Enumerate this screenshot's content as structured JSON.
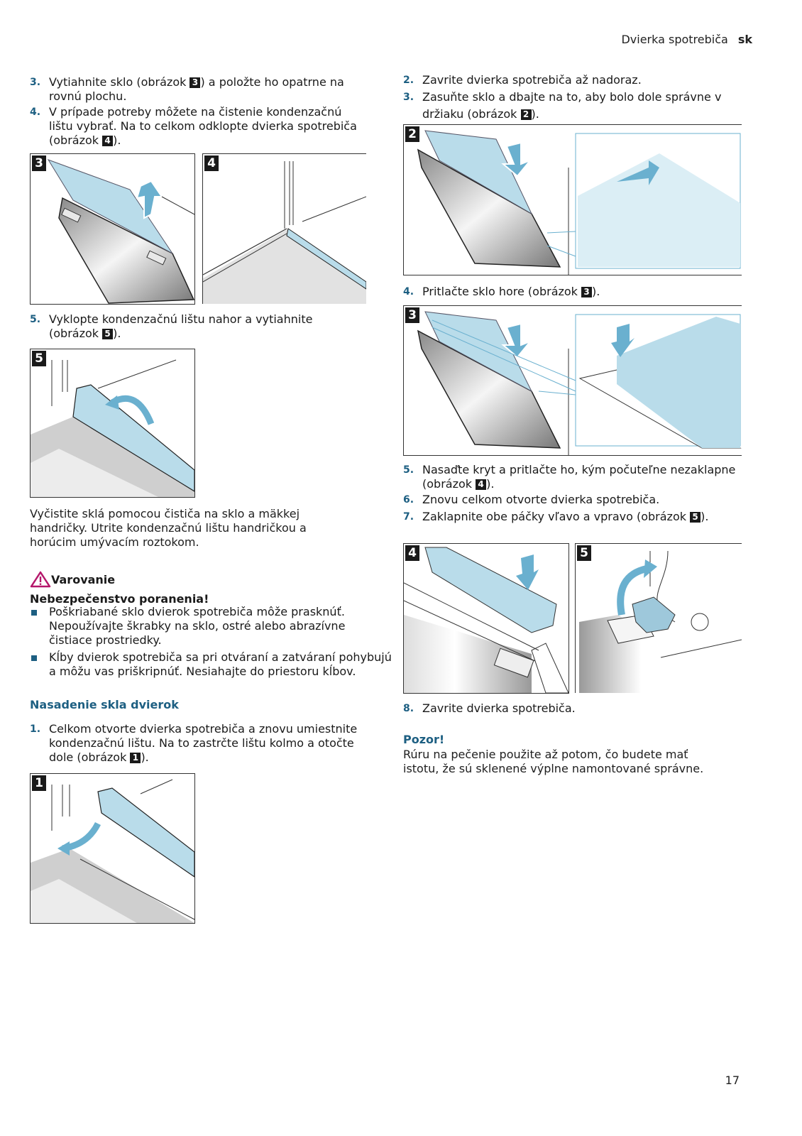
{
  "header": {
    "section": "Dvierka spotrebiča",
    "lang": "sk"
  },
  "left_column": {
    "steps_top": [
      {
        "num": "3.",
        "before": "Vytiahnite sklo (obrázok ",
        "ref": "3",
        "after": ") a položte ho opatrne na rovnú plochu."
      },
      {
        "num": "4.",
        "before": "V prípade potreby môžete na čistenie kondenzačnú lištu vybrať. Na to celkom odklopte dvierka spotrebiča (obrázok ",
        "ref": "4",
        "after": ")."
      }
    ],
    "figures_top": [
      {
        "label": "3"
      },
      {
        "label": "4"
      }
    ],
    "step5": {
      "num": "5.",
      "before": "Vyklopte kondenzačnú lištu nahor a vytiahnite (obrázok ",
      "ref": "5",
      "after": ")."
    },
    "figure5": {
      "label": "5"
    },
    "cleaning_text": "Vyčistite sklá pomocou čističa na sklo a mäkkej handričky. Utrite kondenzačnú lištu handričkou a horúcim umývacím roztokom.",
    "warning": {
      "icon": "warning-triangle-icon",
      "icon_color": "#b5176b",
      "title": "Varovanie",
      "subtitle": "Nebezpečenstvo poranenia!",
      "bullets": [
        "Poškriabané sklo dvierok spotrebiča môže prasknúť. Nepoužívajte škrabky na sklo, ostré alebo abrazívne čistiace prostriedky.",
        "Kĺby dvierok spotrebiča sa pri otváraní a zatváraní pohybujú a môžu vas priškripnúť. Nesiahajte do priestoru kĺbov."
      ]
    },
    "section_heading": "Nasadenie skla dvierok",
    "step1": {
      "num": "1.",
      "before": "Celkom otvorte dvierka spotrebiča a znovu umiestnite kondenzačnú lištu. Na to zastrčte lištu kolmo a otočte dole (obrázok ",
      "ref": "1",
      "after": ")."
    },
    "figure1": {
      "label": "1"
    }
  },
  "right_column": {
    "steps_top": [
      {
        "num": "2.",
        "before": "Zavrite dvierka spotrebiča až nadoraz.",
        "ref": "",
        "after": ""
      },
      {
        "num": "3.",
        "before": "Zasuňte sklo a dbajte na to, aby bolo dole správne v držiaku (obrázok ",
        "ref": "2",
        "after": ")."
      }
    ],
    "figure2": {
      "label": "2"
    },
    "step4": {
      "num": "4.",
      "before": "Pritlačte sklo hore (obrázok ",
      "ref": "3",
      "after": ")."
    },
    "figure3": {
      "label": "3"
    },
    "steps_mid": [
      {
        "num": "5.",
        "before": "Nasaďte kryt a pritlačte ho, kým počuteľne nezaklapne (obrázok ",
        "ref": "4",
        "after": ")."
      },
      {
        "num": "6.",
        "before": "Znovu celkom otvorte dvierka spotrebiča.",
        "ref": "",
        "after": ""
      },
      {
        "num": "7.",
        "before": "Zaklapnite obe páčky vľavo a vpravo (obrázok ",
        "ref": "5",
        "after": ")."
      }
    ],
    "figures_bottom": [
      {
        "label": "4"
      },
      {
        "label": "5"
      }
    ],
    "step8": {
      "num": "8.",
      "before": "Zavrite dvierka spotrebiča.",
      "ref": "",
      "after": ""
    },
    "caution": {
      "title": "Pozor!",
      "text": "Rúru na pečenie použite až potom, čo budete mať istotu, že sú sklenené výplne namontované správne."
    }
  },
  "page_number": "17",
  "colors": {
    "accent": "#1d5f82",
    "illustration_blue": "#6ab0cf",
    "glass_blue": "#b9dcea",
    "warning": "#b5176b"
  }
}
